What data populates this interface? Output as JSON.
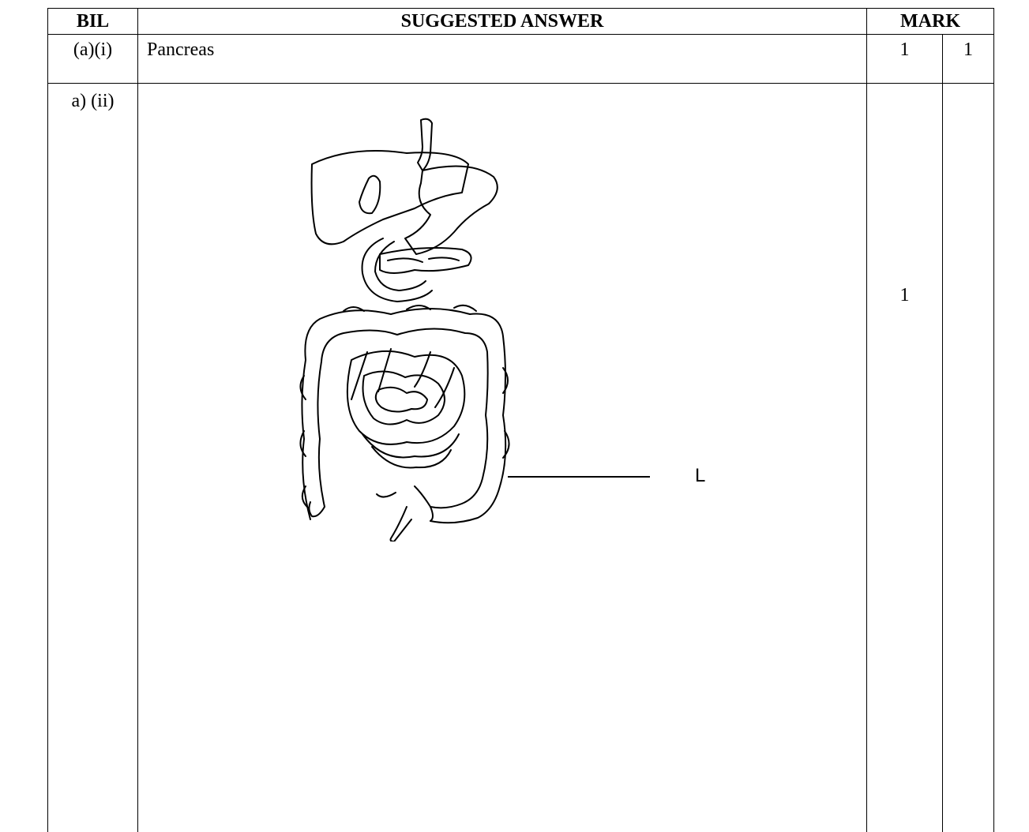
{
  "headers": {
    "bil": "BIL",
    "answer": "SUGGESTED ANSWER",
    "mark": "MARK"
  },
  "rows": [
    {
      "bil": "(a)(i)",
      "answer": "Pancreas",
      "mark": "1",
      "total": "1"
    },
    {
      "bil": "a)  (ii)",
      "diagram_label": "L",
      "mark": "1",
      "total": ""
    }
  ],
  "icons": {
    "diagram": "digestive-system-diagram"
  }
}
